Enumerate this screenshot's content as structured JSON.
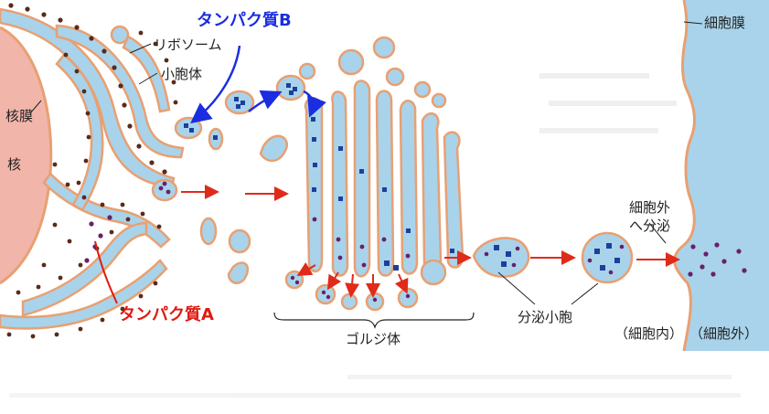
{
  "labels": {
    "ribosome": "リボソーム",
    "vesicle": "小胞体",
    "nuclear_membrane": "核膜",
    "nucleus": "核",
    "protein_b": "タンパク質B",
    "protein_a": "タンパク質A",
    "golgi": "ゴルジ体",
    "secretory_vesicle": "分泌小胞",
    "secretion_out_line1": "細胞外",
    "secretion_out_line2": "へ分泌",
    "cell_membrane": "細胞膜",
    "inside_cell": "（細胞内）",
    "outside_cell": "（細胞外）"
  },
  "colors": {
    "cytoplasm_blue": "#a9d3ea",
    "membrane_orange": "#e8a072",
    "nucleus_pink": "#f2b5aa",
    "protein_dark_blue": "#1d3f9c",
    "protein_purple": "#6a1f6a",
    "ribosome_brown": "#5a2a1a",
    "arrow_red": "#e02a1a",
    "label_blue": "#1a2de0",
    "label_red": "#e01a10"
  }
}
